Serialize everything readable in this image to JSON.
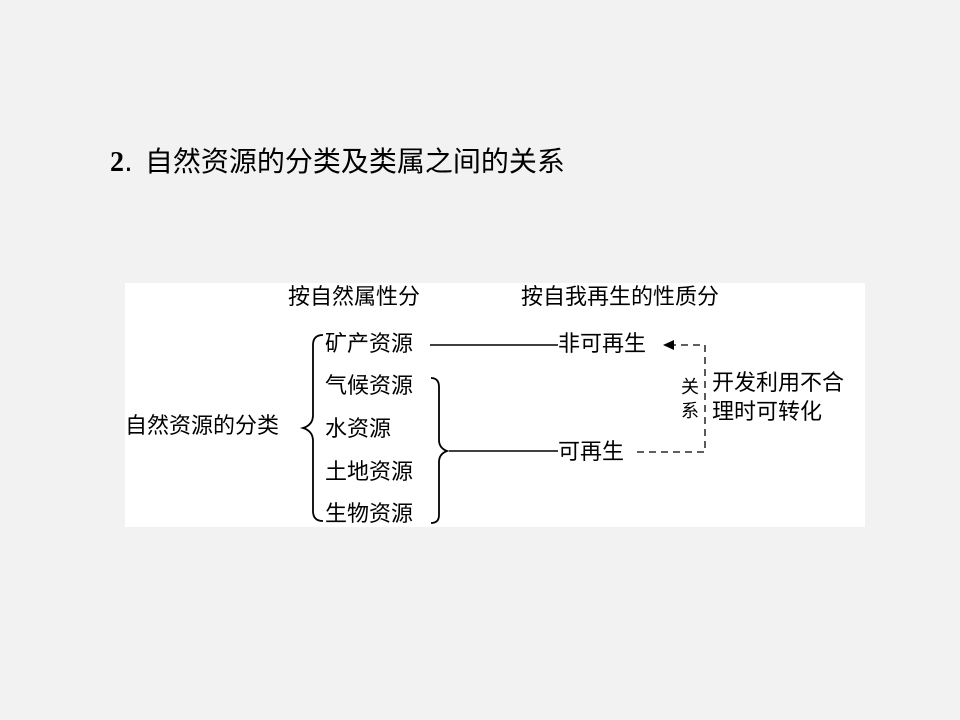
{
  "heading": {
    "number": "2",
    "separator": ".",
    "title": "自然资源的分类及类属之间的关系"
  },
  "diagram": {
    "header_left": "按自然属性分",
    "header_right": "按自我再生的性质分",
    "root": "自然资源的分类",
    "categories": [
      "矿产资源",
      "气候资源",
      "水资源",
      "土地资源",
      "生物资源"
    ],
    "non_renewable": "非可再生",
    "renewable": "可再生",
    "relation_label": [
      "关",
      "系"
    ],
    "relation_note": [
      "开发利用不合",
      "理时可转化"
    ]
  }
}
